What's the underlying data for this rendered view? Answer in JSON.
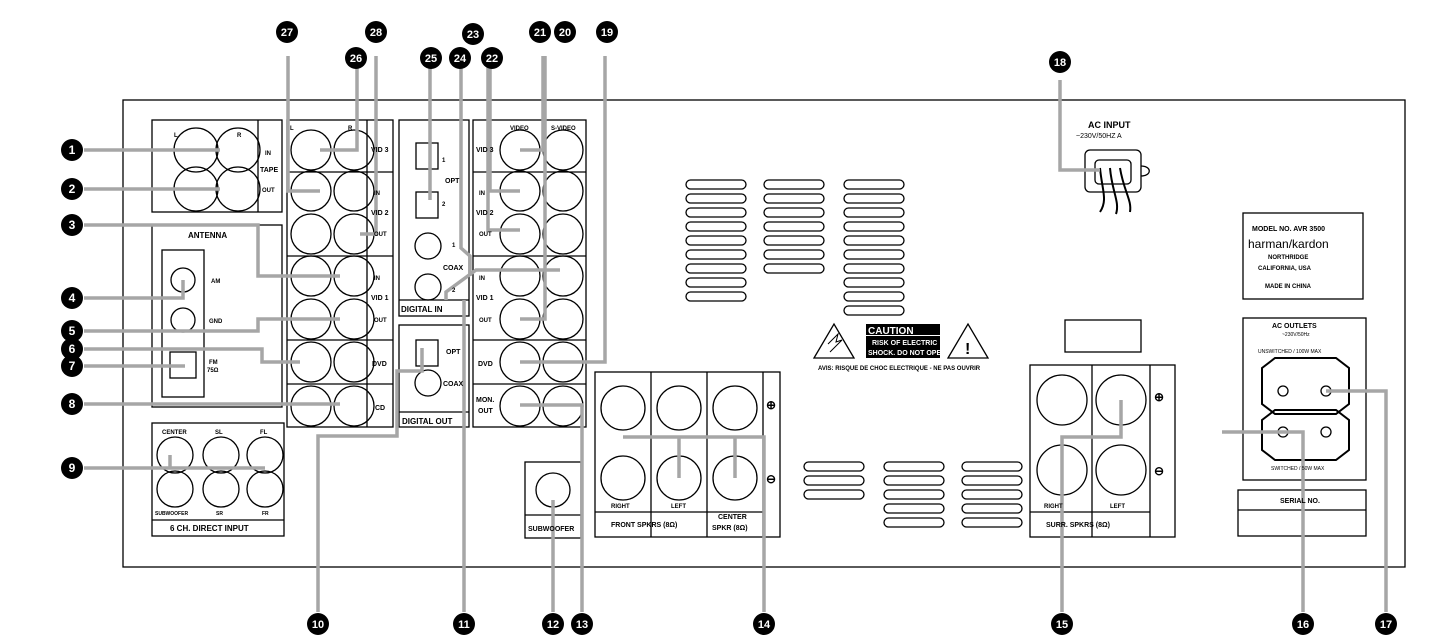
{
  "tape": {
    "l": "L",
    "r": "R",
    "in": "IN",
    "out": "OUT",
    "name": "TAPE"
  },
  "antenna": {
    "title": "ANTENNA",
    "am": "AM",
    "gnd": "GND",
    "fm": "FM",
    "fm_ohm": "75Ω"
  },
  "direct": {
    "center": "CENTER",
    "sl": "SL",
    "fl": "FL",
    "sub": "SUBWOOFER",
    "sr": "SR",
    "fr": "FR",
    "title": "6 CH. DIRECT INPUT"
  },
  "vidcol": {
    "l": "L",
    "r": "R",
    "vid3": "VID 3",
    "in": "IN",
    "vid2": "VID 2",
    "out": "OUT",
    "vid1": "VID 1",
    "dvd": "DVD",
    "cd": "CD"
  },
  "digin": {
    "opt": "OPT",
    "n1": "1",
    "n2": "2",
    "coax": "COAX",
    "title": "DIGITAL IN"
  },
  "digout": {
    "opt": "OPT",
    "coax": "COAX",
    "title": "DIGITAL OUT"
  },
  "video": {
    "video": "VIDEO",
    "svideo": "S-VIDEO",
    "vid3": "VID 3",
    "in": "IN",
    "vid2": "VID 2",
    "out": "OUT",
    "vid1": "VID 1",
    "dvd": "DVD",
    "mon": "MON.",
    "mon_out": "OUT"
  },
  "caution": {
    "title": "CAUTION",
    "line1": "RISK OF ELECTRIC",
    "line2": "SHOCK. DO NOT OPEN",
    "avis": "AVIS: RISQUE DE CHOC ELECTRIQUE - NE PAS OUVRIR"
  },
  "front": {
    "right": "RIGHT",
    "left": "LEFT",
    "title": "FRONT SPKRS (8Ω)",
    "center": "CENTER",
    "center_sub": "SPKR (8Ω)",
    "plus": "⊕",
    "minus": "⊖"
  },
  "subwoofer": {
    "label": "SUBWOOFER"
  },
  "surround": {
    "right": "RIGHT",
    "left": "LEFT",
    "title": "SURR. SPKRS (8Ω)",
    "plus": "⊕",
    "minus": "⊖"
  },
  "acinput": {
    "title": "AC INPUT",
    "spec": "~230V/50HZ A"
  },
  "model": {
    "model_no": "MODEL NO. AVR 3500",
    "brand": "harman/kardon",
    "city": "NORTHRIDGE",
    "state": "CALIFORNIA, USA",
    "made": "MADE IN CHINA"
  },
  "outlets": {
    "title": "AC OUTLETS",
    "spec": "~230V/50Hz",
    "unswitched": "UNSWITCHED / 100W MAX",
    "switched": "SWITCHED / 50W MAX"
  },
  "serial": {
    "label": "SERIAL NO."
  },
  "callouts": [
    "1",
    "2",
    "3",
    "4",
    "5",
    "6",
    "7",
    "8",
    "9",
    "10",
    "11",
    "12",
    "13",
    "14",
    "15",
    "16",
    "17",
    "18",
    "19",
    "20",
    "21",
    "22",
    "23",
    "24",
    "25",
    "26",
    "27",
    "28"
  ]
}
